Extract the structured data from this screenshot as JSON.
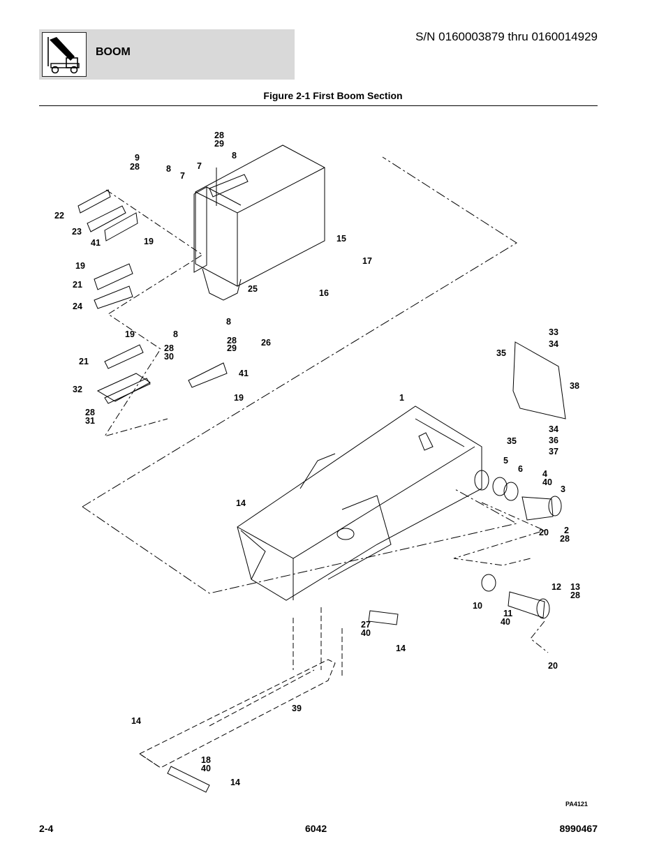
{
  "header": {
    "section": "BOOM",
    "serial_range": "S/N 0160003879 thru 0160014929",
    "logo_icon": "telehandler-boom-icon"
  },
  "figure": {
    "title": "Figure 2-1 First Boom Section",
    "art_code": "PA4121",
    "callouts": [
      {
        "id": "c1",
        "text": "28"
      },
      {
        "id": "c2",
        "text": "29"
      },
      {
        "id": "c3",
        "text": "9"
      },
      {
        "id": "c4",
        "text": "28"
      },
      {
        "id": "c5",
        "text": "8"
      },
      {
        "id": "c6",
        "text": "7"
      },
      {
        "id": "c7",
        "text": "8"
      },
      {
        "id": "c8",
        "text": "7"
      },
      {
        "id": "c9",
        "text": "22"
      },
      {
        "id": "c10",
        "text": "23"
      },
      {
        "id": "c11",
        "text": "41"
      },
      {
        "id": "c12",
        "text": "19"
      },
      {
        "id": "c13",
        "text": "15"
      },
      {
        "id": "c14",
        "text": "17"
      },
      {
        "id": "c15",
        "text": "16"
      },
      {
        "id": "c16",
        "text": "19"
      },
      {
        "id": "c17",
        "text": "21"
      },
      {
        "id": "c18",
        "text": "24"
      },
      {
        "id": "c19",
        "text": "25"
      },
      {
        "id": "c20",
        "text": "8"
      },
      {
        "id": "c21",
        "text": "8"
      },
      {
        "id": "c22",
        "text": "28"
      },
      {
        "id": "c23",
        "text": "29"
      },
      {
        "id": "c24",
        "text": "26"
      },
      {
        "id": "c25",
        "text": "19"
      },
      {
        "id": "c26",
        "text": "28"
      },
      {
        "id": "c27",
        "text": "30"
      },
      {
        "id": "c28",
        "text": "21"
      },
      {
        "id": "c29",
        "text": "41"
      },
      {
        "id": "c30",
        "text": "32"
      },
      {
        "id": "c31",
        "text": "19"
      },
      {
        "id": "c32",
        "text": "28"
      },
      {
        "id": "c33",
        "text": "31"
      },
      {
        "id": "c34",
        "text": "33"
      },
      {
        "id": "c35",
        "text": "34"
      },
      {
        "id": "c36",
        "text": "35"
      },
      {
        "id": "c37",
        "text": "38"
      },
      {
        "id": "c38",
        "text": "1"
      },
      {
        "id": "c39",
        "text": "34"
      },
      {
        "id": "c40",
        "text": "35"
      },
      {
        "id": "c41",
        "text": "36"
      },
      {
        "id": "c42",
        "text": "37"
      },
      {
        "id": "c43",
        "text": "5"
      },
      {
        "id": "c44",
        "text": "6"
      },
      {
        "id": "c45",
        "text": "4"
      },
      {
        "id": "c46",
        "text": "40"
      },
      {
        "id": "c47",
        "text": "3"
      },
      {
        "id": "c48",
        "text": "14"
      },
      {
        "id": "c49",
        "text": "20"
      },
      {
        "id": "c50",
        "text": "2"
      },
      {
        "id": "c51",
        "text": "28"
      },
      {
        "id": "c52",
        "text": "12"
      },
      {
        "id": "c53",
        "text": "13"
      },
      {
        "id": "c54",
        "text": "28"
      },
      {
        "id": "c55",
        "text": "10"
      },
      {
        "id": "c56",
        "text": "11"
      },
      {
        "id": "c57",
        "text": "40"
      },
      {
        "id": "c58",
        "text": "27"
      },
      {
        "id": "c59",
        "text": "40"
      },
      {
        "id": "c60",
        "text": "14"
      },
      {
        "id": "c61",
        "text": "20"
      },
      {
        "id": "c62",
        "text": "39"
      },
      {
        "id": "c63",
        "text": "14"
      },
      {
        "id": "c64",
        "text": "18"
      },
      {
        "id": "c65",
        "text": "40"
      },
      {
        "id": "c66",
        "text": "14"
      }
    ]
  },
  "footer": {
    "page": "2-4",
    "model": "6042",
    "part_number": "8990467"
  }
}
